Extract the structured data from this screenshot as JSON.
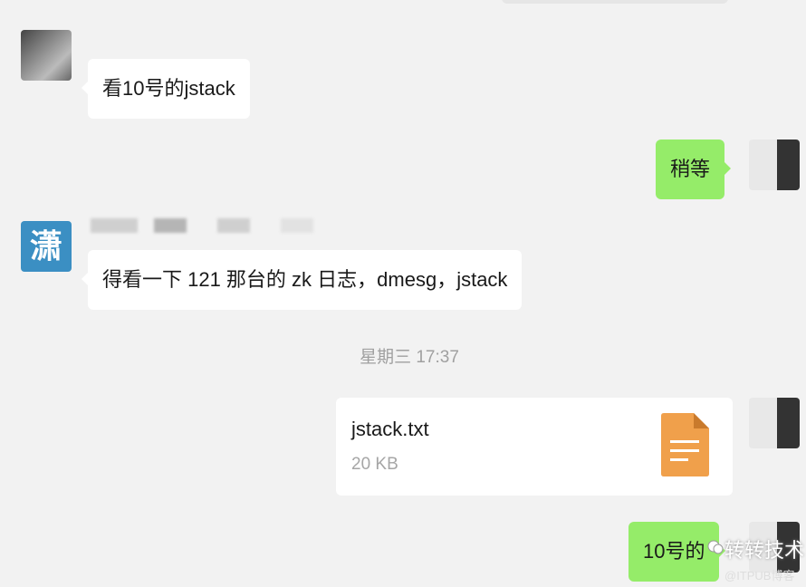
{
  "messages": [
    {
      "direction": "in",
      "text": "看10号的jstack"
    },
    {
      "direction": "out",
      "text": "稍等"
    },
    {
      "direction": "in",
      "text": "得看一下 121 那台的 zk 日志，dmesg，jstack"
    },
    {
      "direction": "out",
      "text": "10号的"
    }
  ],
  "timestamp": "星期三 17:37",
  "file": {
    "name": "jstack.txt",
    "size": "20 KB",
    "icon": "document-icon",
    "color": "#f0a04b"
  },
  "avatar_logo": "潇",
  "watermark": {
    "brand": "转转技术",
    "source": "@ITPUB博客"
  },
  "colors": {
    "background": "#f2f2f2",
    "outgoing": "#95ec69",
    "incoming": "#ffffff"
  }
}
